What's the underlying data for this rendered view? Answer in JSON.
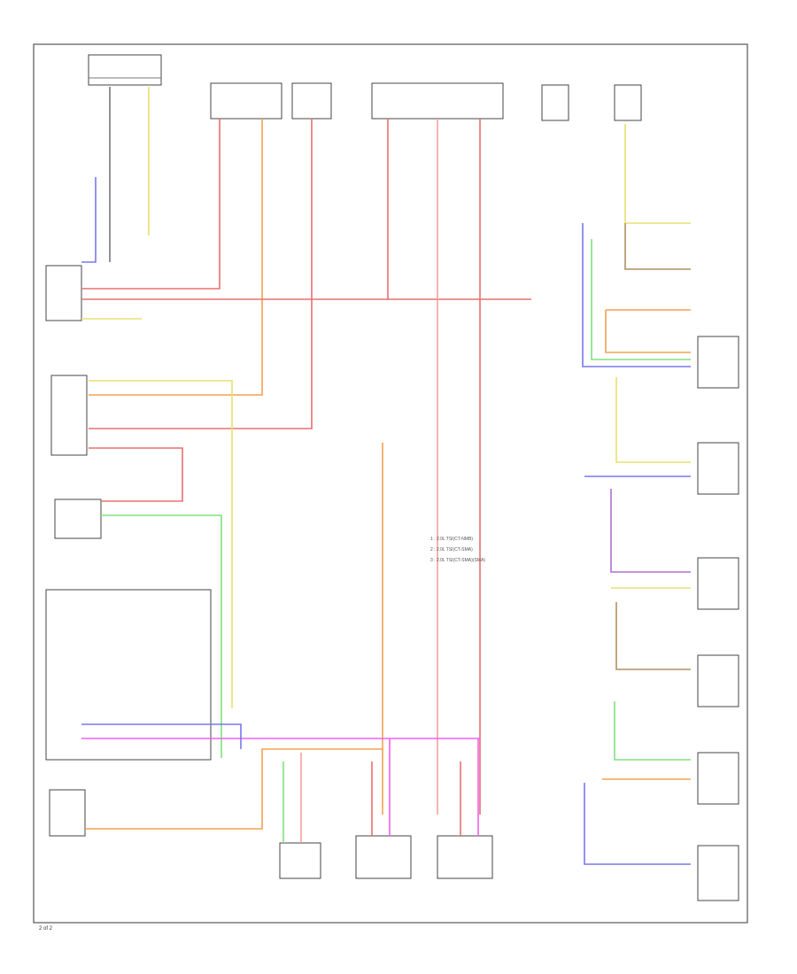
{
  "diagram": {
    "page_number": "2 of 2",
    "legend_lines": [
      "1 : 2.0L TSI(CT-NMB)",
      "2 : 2.0L TSI(CT-SMA)",
      "3 : 2.0L TSI(CT-SMA)(SMA)"
    ],
    "colors": {
      "red": "#e87070",
      "pink": "#f4a0a0",
      "orange": "#f5a050",
      "yellow": "#e8e070",
      "green": "#80e080",
      "blue": "#7878ee",
      "purple": "#b070d0",
      "magenta": "#f060f0",
      "brown": "#b09060",
      "gray": "#888888"
    }
  }
}
